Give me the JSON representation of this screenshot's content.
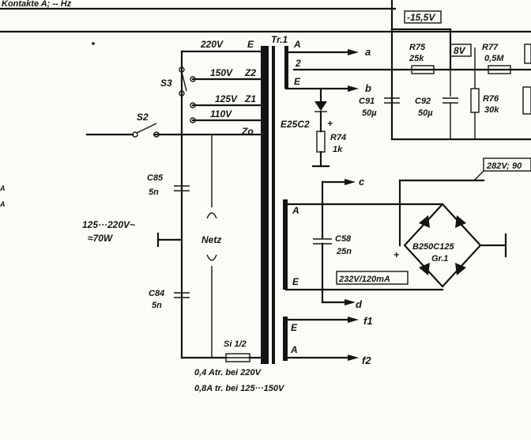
{
  "header": {
    "partial_text": "Kontakte A; -- Hz"
  },
  "transformer": {
    "name": "Tr.1",
    "primary_taps": [
      "220V",
      "150V",
      "125V",
      "110V"
    ],
    "primary_tap_marks": [
      "E",
      "Z2",
      "Z1",
      "Zo"
    ],
    "secondary_windings": [
      {
        "start": "A",
        "tap": "2",
        "end": "E"
      },
      {
        "start": "A",
        "end": "E"
      },
      {
        "start": "E",
        "end": "A"
      }
    ]
  },
  "switches": {
    "s3": "S3",
    "s2": "S2"
  },
  "mains": {
    "voltage": "125···220V~",
    "power": "≈70W",
    "connector": "Netz"
  },
  "capacitors": {
    "c85": {
      "name": "C85",
      "value": "5n"
    },
    "c84": {
      "name": "C84",
      "value": "5n"
    },
    "c58": {
      "name": "C58",
      "value": "25n"
    },
    "c91": {
      "name": "C91",
      "value": "50µ"
    },
    "c92": {
      "name": "C92",
      "value": "50µ"
    }
  },
  "resistors": {
    "r74": {
      "name": "R74",
      "value": "1k"
    },
    "r75": {
      "name": "R75",
      "value": "25k"
    },
    "r76": {
      "name": "R76",
      "value": "30k"
    },
    "r77": {
      "name": "R77",
      "value": "0,5M"
    }
  },
  "rectifiers": {
    "diode": "E25C2",
    "bridge_name": "B250C125",
    "bridge_group": "Gr.1"
  },
  "fuse": {
    "name": "Si 1/2",
    "note_220": "0,4 Atr. bei 220V",
    "note_125": "0,8A tr. bei 125···150V"
  },
  "voltages": {
    "v15": "-15,5V",
    "v8": "8V",
    "v232": "232V/120mA",
    "v282": "282V; 90"
  },
  "outputs": [
    "a",
    "b",
    "c",
    "d",
    "f1",
    "f2"
  ],
  "polarity": {
    "plus": "+"
  },
  "edge_marks": [
    "A",
    "A"
  ]
}
